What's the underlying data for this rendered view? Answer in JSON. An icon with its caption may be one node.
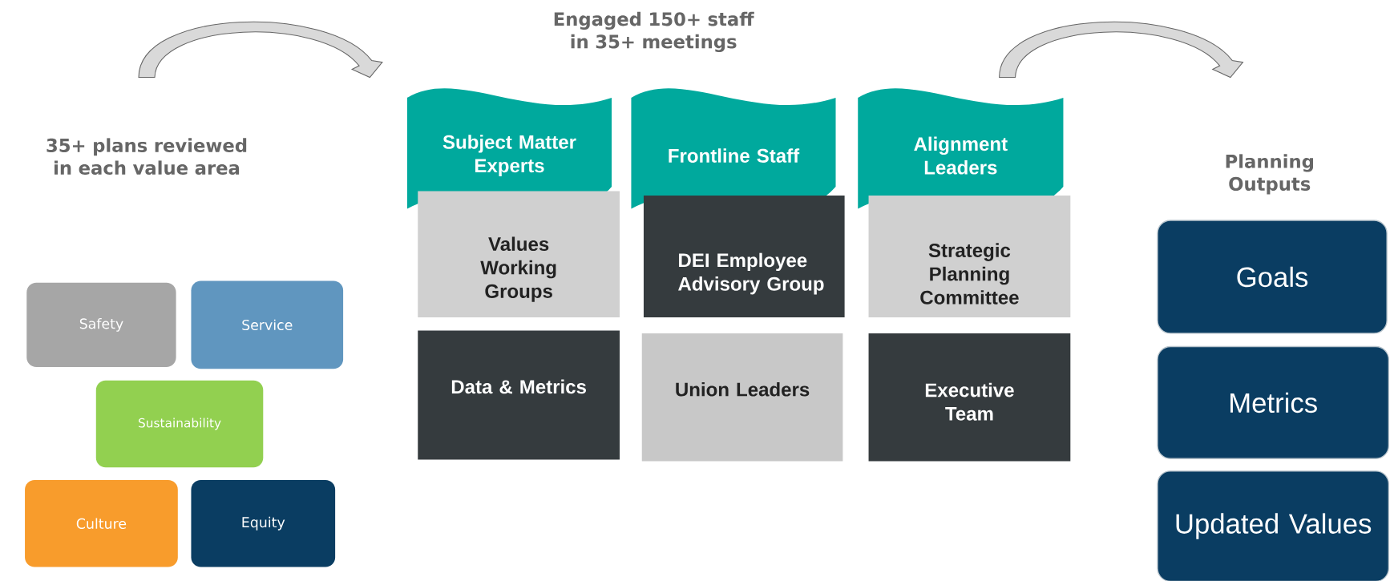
{
  "diagram": {
    "nodes": [
      {
        "text": [
          "Safety"
        ]
      },
      {
        "text": [
          "Service"
        ]
      },
      {
        "text": [
          "Sustainability"
        ]
      },
      {
        "text": [
          "Culture"
        ]
      },
      {
        "text": [
          "Equity"
        ]
      },
      {
        "text": [
          "Subject Matter Experts"
        ]
      },
      {
        "text": [
          "Values Working Groups"
        ]
      },
      {
        "text": [
          "Data & Metrics"
        ]
      },
      {
        "text": [
          "Frontline Staff"
        ]
      },
      {
        "text": [
          "DEI Employee Advisory Group"
        ]
      },
      {
        "text": [
          "Union Leaders"
        ]
      },
      {
        "text": [
          "Alignment Leaders"
        ]
      },
      {
        "text": [
          "Strategic Planning Committee"
        ]
      },
      {
        "text": [
          "Executive Team"
        ]
      },
      {
        "text": [
          "Goals"
        ]
      },
      {
        "text": [
          "Metrics"
        ]
      },
      {
        "text": [
          "Updated Values"
        ]
      }
    ],
    "labels": [
      "Engaged 150+ staff in 35+ meetings",
      "35+ plans reviewed in each value area",
      "Planning Outputs"
    ]
  }
}
